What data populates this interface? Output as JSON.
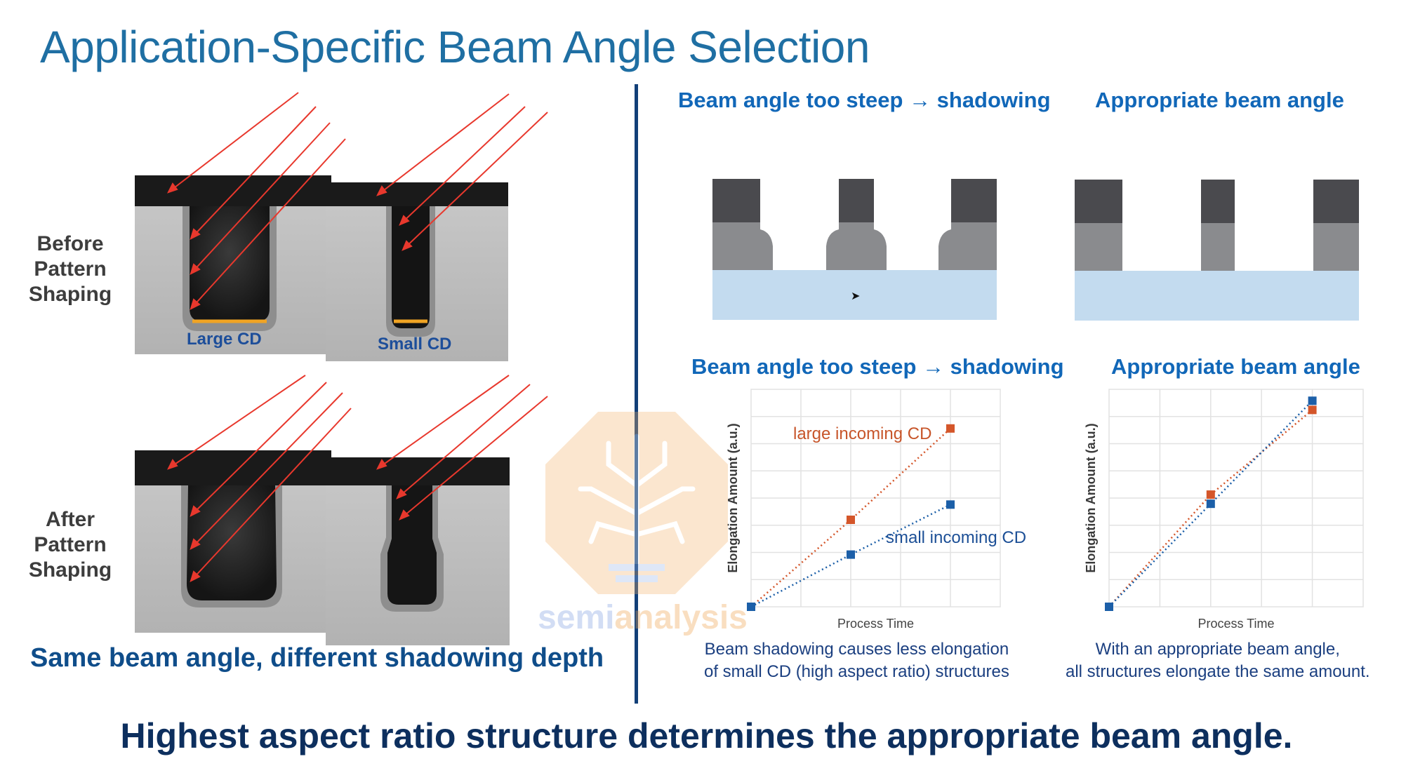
{
  "title": "Application-Specific Beam Angle Selection",
  "left": {
    "before_label": "Before\nPattern\nShaping",
    "after_label": "After\nPattern\nShaping",
    "large_cd": "Large CD",
    "small_cd": "Small CD",
    "caption": "Same beam angle, different shadowing depth"
  },
  "right": {
    "top_left_heading": "Beam angle too steep → shadowing",
    "top_right_heading": "Appropriate beam angle",
    "mid_left_heading": "Beam angle too steep → shadowing",
    "mid_right_heading": "Appropriate beam angle",
    "left_caption": "Beam shadowing causes less elongation\nof small CD (high aspect ratio) structures",
    "right_caption": "With an appropriate beam angle,\nall structures elongate the same amount."
  },
  "bottom_banner": "Highest aspect ratio structure determines the appropriate beam angle.",
  "watermark": "semianalysis",
  "colors": {
    "title": "#1f6fa3",
    "heading_blue": "#1167b8",
    "banner_navy": "#0d2f5e",
    "large_series": "#d4562a",
    "small_series": "#1c5fa8",
    "beam_red": "#e8382d",
    "substrate": "#c3dbef"
  },
  "chart_data": [
    {
      "type": "scatter",
      "title": "Beam angle too steep → shadowing",
      "xlabel": "Process Time",
      "ylabel": "Elongation Amount (a.u.)",
      "grid": true,
      "series": [
        {
          "name": "large incoming CD",
          "color": "#d4562a",
          "x": [
            0,
            1,
            2
          ],
          "y": [
            0,
            4.0,
            8.2
          ]
        },
        {
          "name": "small incoming CD",
          "color": "#1c5fa8",
          "x": [
            0,
            1,
            2
          ],
          "y": [
            0,
            2.4,
            4.7
          ]
        }
      ],
      "xlim": [
        0,
        2.5
      ],
      "ylim": [
        0,
        10
      ]
    },
    {
      "type": "scatter",
      "title": "Appropriate beam angle",
      "xlabel": "Process Time",
      "ylabel": "Elongation Amount (a.u.)",
      "grid": true,
      "series": [
        {
          "color": "#d4562a",
          "x": [
            0,
            1,
            2
          ],
          "y": [
            0,
            4.9,
            8.6
          ]
        },
        {
          "color": "#1c5fa8",
          "x": [
            0,
            1,
            2
          ],
          "y": [
            0,
            4.5,
            9.0
          ]
        }
      ],
      "xlim": [
        0,
        2.5
      ],
      "ylim": [
        0,
        9.5
      ]
    }
  ]
}
